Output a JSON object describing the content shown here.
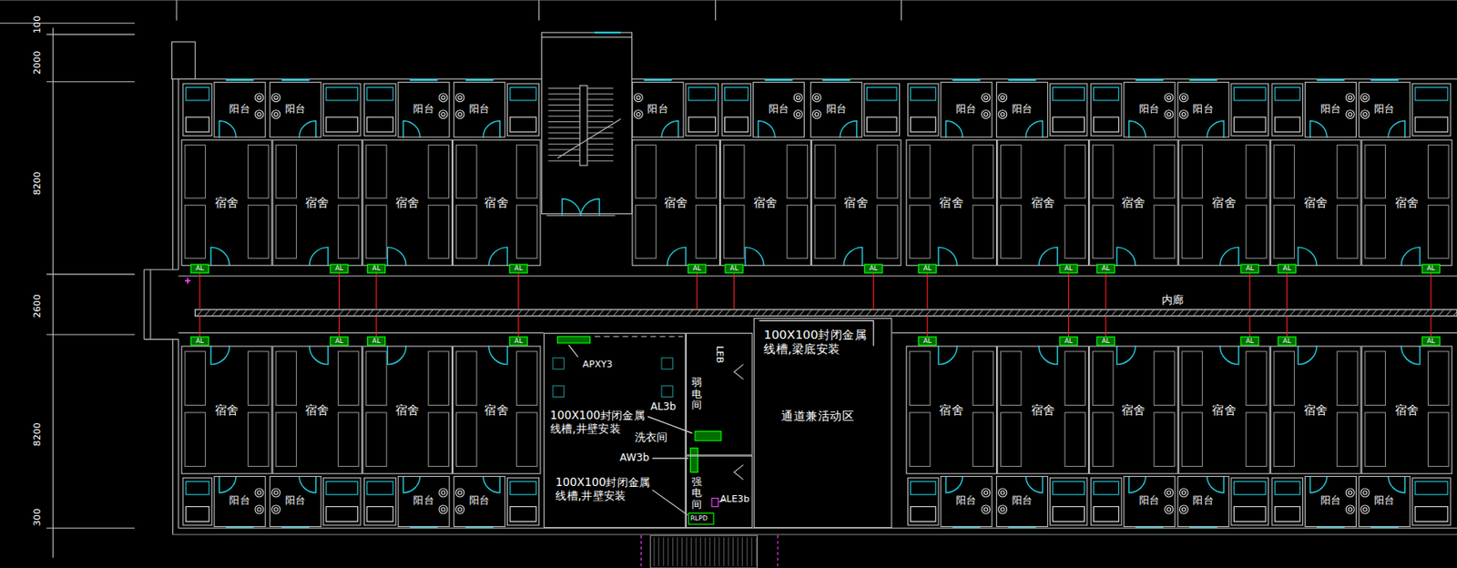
{
  "diagram": {
    "nodes": [
      {
        "text": [
          "阳台"
        ]
      },
      {
        "text": [
          "阳台"
        ]
      },
      {
        "text": [
          "阳台"
        ]
      },
      {
        "text": [
          "阳台"
        ]
      },
      {
        "text": [
          "阳台"
        ]
      },
      {
        "text": [
          "阳台"
        ]
      },
      {
        "text": [
          "阳台"
        ]
      },
      {
        "text": [
          "阳台"
        ]
      },
      {
        "text": [
          "阳台"
        ]
      },
      {
        "text": [
          "阳台"
        ]
      },
      {
        "text": [
          "阳台"
        ]
      },
      {
        "text": [
          "阳台"
        ]
      },
      {
        "text": [
          "阳台"
        ]
      },
      {
        "text": [
          "宿舍"
        ]
      },
      {
        "text": [
          "宿舍"
        ]
      },
      {
        "text": [
          "宿舍"
        ]
      },
      {
        "text": [
          "宿舍"
        ]
      },
      {
        "text": [
          "宿舍"
        ]
      },
      {
        "text": [
          "宿舍"
        ]
      },
      {
        "text": [
          "宿舍"
        ]
      },
      {
        "text": [
          "宿舍"
        ]
      },
      {
        "text": [
          "宿舍"
        ]
      },
      {
        "text": [
          "宿舍"
        ]
      },
      {
        "text": [
          "宿舍"
        ]
      },
      {
        "text": [
          "宿舍"
        ]
      },
      {
        "text": [
          "宿舍"
        ]
      },
      {
        "text": [
          "AL"
        ]
      },
      {
        "text": [
          "AL"
        ]
      },
      {
        "text": [
          "AL"
        ]
      },
      {
        "text": [
          "AL"
        ]
      },
      {
        "text": [
          "AL"
        ]
      },
      {
        "text": [
          "AL"
        ]
      },
      {
        "text": [
          "AL"
        ]
      },
      {
        "text": [
          "AL"
        ]
      },
      {
        "text": [
          "AL"
        ]
      },
      {
        "text": [
          "AL"
        ]
      },
      {
        "text": [
          "AL"
        ]
      },
      {
        "text": [
          "AL"
        ]
      },
      {
        "text": [
          "AL"
        ]
      },
      {
        "text": [
          "AL"
        ]
      },
      {
        "text": [
          "AL"
        ]
      },
      {
        "text": [
          "AL"
        ]
      },
      {
        "text": [
          "AL"
        ]
      },
      {
        "text": [
          "AL"
        ]
      },
      {
        "text": [
          "AL"
        ]
      },
      {
        "text": [
          "AL"
        ]
      },
      {
        "text": [
          "AL"
        ]
      },
      {
        "text": [
          "AL"
        ]
      },
      {
        "text": [
          "AL"
        ]
      },
      {
        "text": [
          "宿舍"
        ]
      },
      {
        "text": [
          "宿舍"
        ]
      },
      {
        "text": [
          "宿舍"
        ]
      },
      {
        "text": [
          "宿舍"
        ]
      },
      {
        "text": [
          "洗衣间"
        ]
      },
      {
        "text": [
          "弱电间"
        ]
      },
      {
        "text": [
          "强电间"
        ]
      },
      {
        "text": [
          "通道兼活动区"
        ]
      },
      {
        "text": [
          "宿舍"
        ]
      },
      {
        "text": [
          "宿舍"
        ]
      },
      {
        "text": [
          "宿舍"
        ]
      },
      {
        "text": [
          "宿舍"
        ]
      },
      {
        "text": [
          "宿舍"
        ]
      },
      {
        "text": [
          "宿舍"
        ]
      },
      {
        "text": [
          "阳台"
        ]
      },
      {
        "text": [
          "阳台"
        ]
      },
      {
        "text": [
          "阳台"
        ]
      },
      {
        "text": [
          "阳台"
        ]
      },
      {
        "text": [
          "阳台"
        ]
      },
      {
        "text": [
          "阳台"
        ]
      },
      {
        "text": [
          "阳台"
        ]
      },
      {
        "text": [
          "阳台"
        ]
      },
      {
        "text": [
          "阳台"
        ]
      },
      {
        "text": [
          "阳台"
        ]
      }
    ],
    "labels": [
      "APXY3",
      "100X100封闭金属 线槽,井壁安装",
      "AL3b",
      "AW3b",
      "100X100封闭金属 线槽,井壁安装",
      "ALE3b",
      "LEB",
      "RLPD",
      "100X100封闭金属 线槽,梁底安装",
      "内廊",
      "100",
      "2000",
      "8200",
      "2600",
      "8200",
      "300"
    ]
  }
}
